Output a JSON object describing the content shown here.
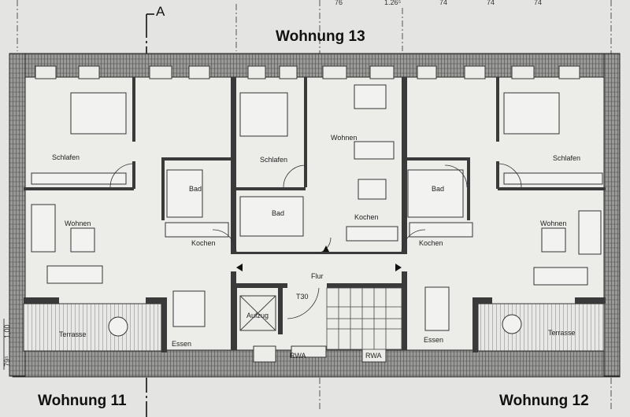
{
  "plan": {
    "section_marker": "A",
    "apartments": [
      "Wohnung 13",
      "Wohnung 11",
      "Wohnung 12"
    ],
    "top_dimensions": [
      "76",
      "1.26⁵",
      "74",
      "74",
      "74"
    ],
    "side_dimensions": [
      "1,00",
      "79⁵"
    ],
    "rooms": {
      "schlafen_left": "Schlafen",
      "wohnen_left": "Wohnen",
      "bad_left": "Bad",
      "kochen_left": "Kochen",
      "essen_left": "Essen",
      "terrasse_left": "Terrasse",
      "schlafen_mid": "Schlafen",
      "bad_mid": "Bad",
      "wohnen_mid": "Wohnen",
      "kochen_mid": "Kochen",
      "bad_right": "Bad",
      "kochen_right": "Kochen",
      "schlafen_right": "Schlafen",
      "wohnen_right": "Wohnen",
      "essen_right": "Essen",
      "terrasse_right": "Terrasse",
      "flur": "Flur",
      "door_rating": "T30",
      "aufzug": "Aufzug",
      "rwa_1": "RWA",
      "rwa_2": "RWA"
    }
  }
}
